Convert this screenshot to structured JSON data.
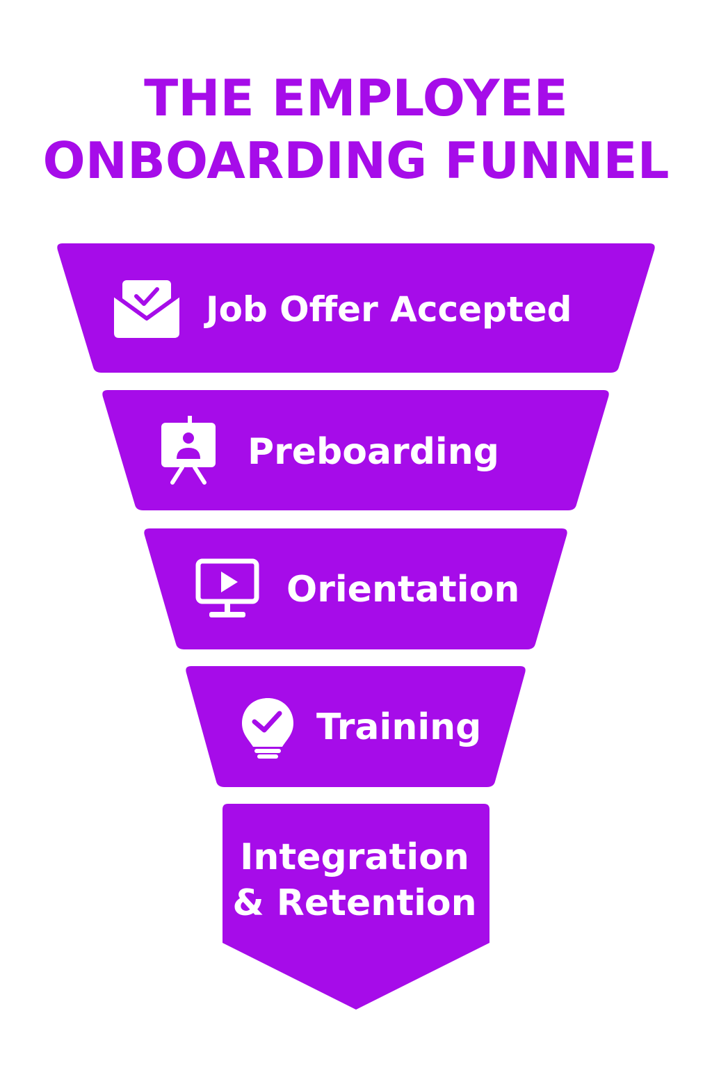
{
  "title": {
    "line1": "THE EMPLOYEE",
    "line2": "ONBOARDING FUNNEL"
  },
  "colors": {
    "accent": "#a60ce9",
    "text_on_accent": "#ffffff",
    "background": "#ffffff"
  },
  "stages": [
    {
      "label": "Job Offer Accepted",
      "icon": "envelope-check-icon"
    },
    {
      "label": "Preboarding",
      "icon": "presentation-board-icon"
    },
    {
      "label": "Orientation",
      "icon": "monitor-play-icon"
    },
    {
      "label": "Training",
      "icon": "lightbulb-check-icon"
    },
    {
      "label_line1": "Integration",
      "label_line2": "& Retention"
    }
  ]
}
